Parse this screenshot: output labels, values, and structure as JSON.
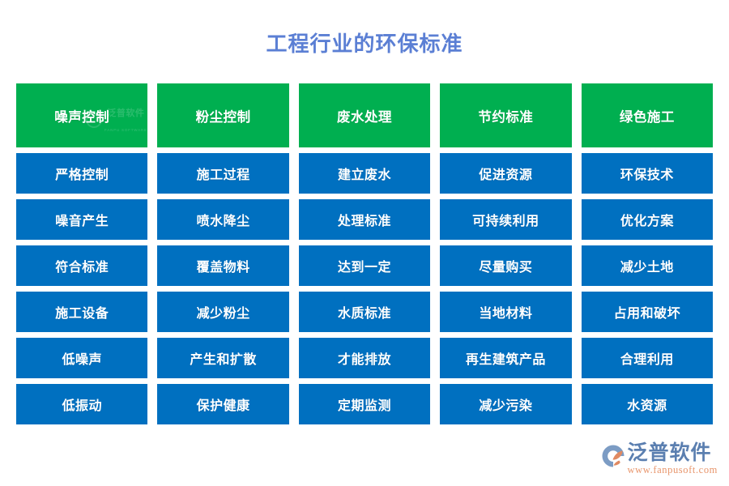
{
  "page": {
    "title": "工程行业的环保标准",
    "title_color": "#5B7FD4",
    "background_color": "#FFFFFF"
  },
  "matrix": {
    "header_color": "#00AF50",
    "cell_color": "#0070C0",
    "text_color": "#FFFFFF",
    "columns": [
      {
        "header": "噪声控制",
        "items": [
          "严格控制",
          "噪音产生",
          "符合标准",
          "施工设备",
          "低噪声",
          "低振动"
        ]
      },
      {
        "header": "粉尘控制",
        "items": [
          "施工过程",
          "喷水降尘",
          "覆盖物料",
          "减少粉尘",
          "产生和扩散",
          "保护健康"
        ]
      },
      {
        "header": "废水处理",
        "items": [
          "建立废水",
          "处理标准",
          "达到一定",
          "水质标准",
          "才能排放",
          "定期监测"
        ]
      },
      {
        "header": "节约标准",
        "items": [
          "促进资源",
          "可持续利用",
          "尽量购买",
          "当地材料",
          "再生建筑产品",
          "减少污染"
        ]
      },
      {
        "header": "绿色施工",
        "items": [
          "环保技术",
          "优化方案",
          "减少土地",
          "占用和破坏",
          "合理利用",
          "水资源"
        ]
      }
    ]
  },
  "watermark": {
    "text": "泛普软件",
    "subtext": "FANPU SOFTWARE"
  },
  "logo": {
    "name": "泛普软件",
    "url": "www.fanpusoft.com",
    "name_color": "#5B7FB0",
    "url_color": "#E8956B"
  }
}
